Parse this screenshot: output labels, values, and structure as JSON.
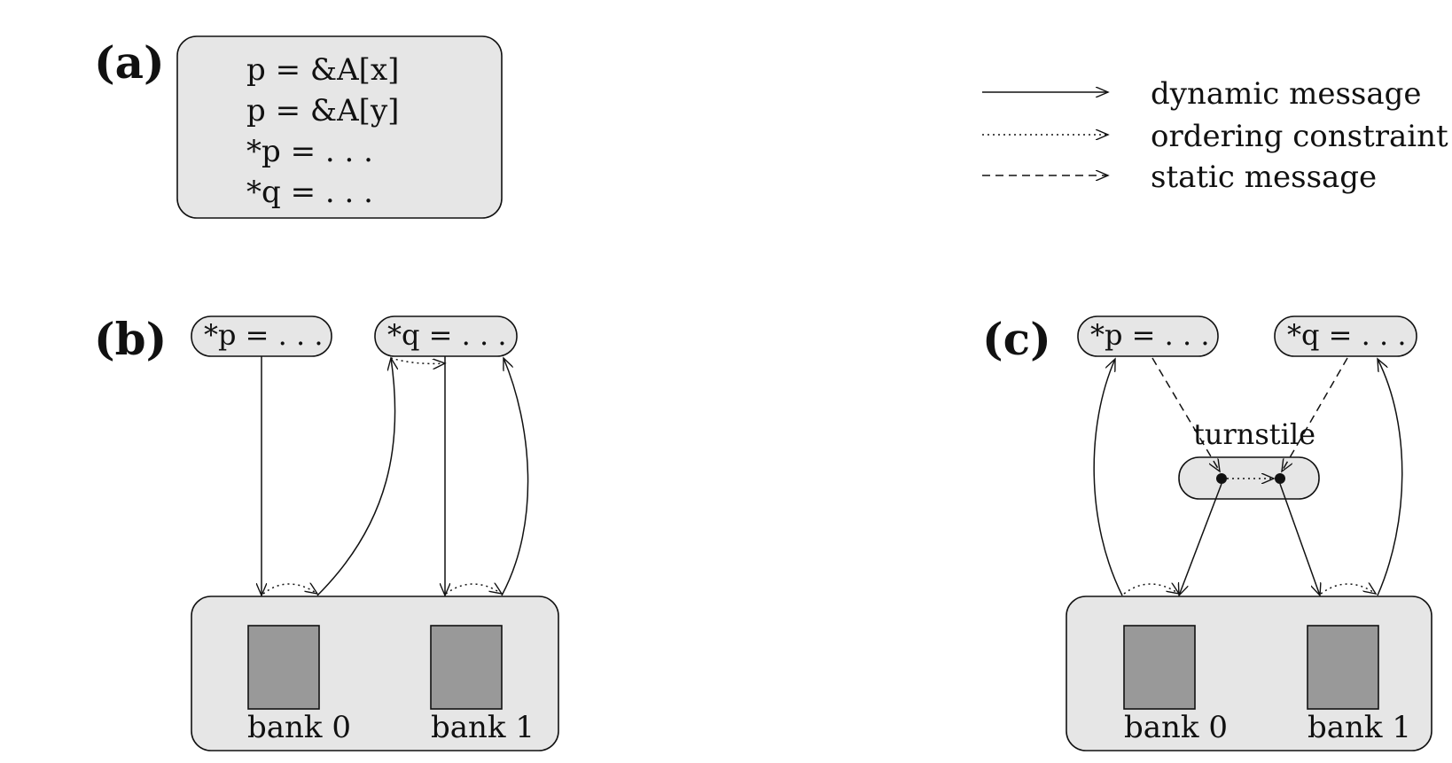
{
  "panel_a": {
    "label": "(a)",
    "code_lines": [
      "p = &A[x]",
      "p = &A[y]",
      "*p = . . .",
      "*q = . . ."
    ]
  },
  "legend": {
    "dynamic": "dynamic message",
    "ordering": "ordering constraint",
    "static": "static message"
  },
  "panel_b": {
    "label": "(b)",
    "node_p": "*p = . . .",
    "node_q": "*q = . . .",
    "bank0": "bank 0",
    "bank1": "bank 1"
  },
  "panel_c": {
    "label": "(c)",
    "node_p": "*p = . . .",
    "node_q": "*q = . . .",
    "turnstile": "turnstile",
    "bank0": "bank 0",
    "bank1": "bank 1"
  },
  "colors": {
    "box_fill": "#e6e6e6",
    "bank_fill": "#999999",
    "stroke": "#111111"
  }
}
